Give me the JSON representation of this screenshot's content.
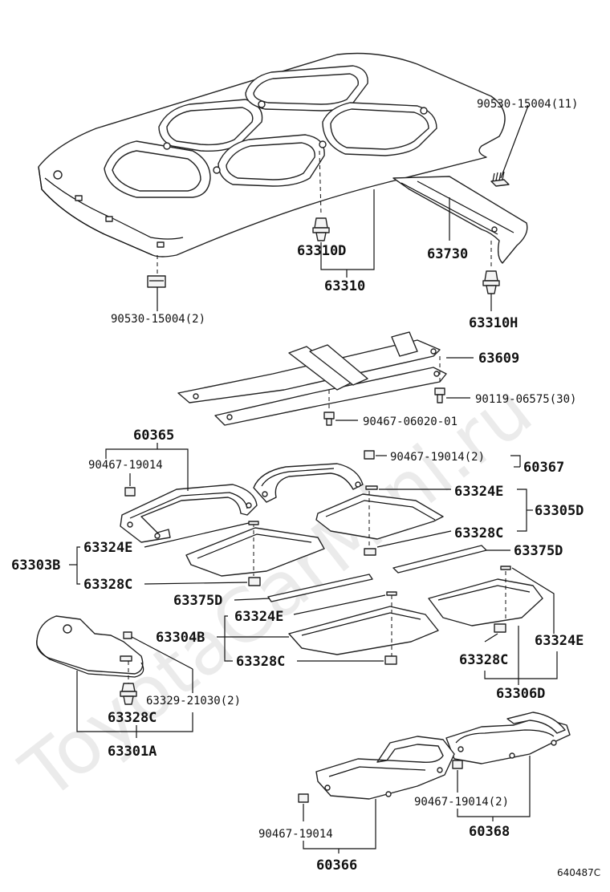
{
  "watermark": "ToyotaCarMini.ru",
  "drawing_code": "640487C",
  "callouts": {
    "p90530_15004_11": "90530-15004(11)",
    "p63310D": "63310D",
    "p63310": "63310",
    "p63730": "63730",
    "p90530_15004_2": "90530-15004(2)",
    "p63310H": "63310H",
    "p63609": "63609",
    "p90119_06575_30": "90119-06575(30)",
    "p90467_06020_01": "90467-06020-01",
    "p60365": "60365",
    "p90467_19014_a": "90467-19014",
    "p90467_19014_2_a": "90467-19014(2)",
    "p60367": "60367",
    "p63324E_a": "63324E",
    "p63305D": "63305D",
    "p63328C_a": "63328C",
    "p63324E_b": "63324E",
    "p63303B": "63303B",
    "p63375D_a": "63375D",
    "p63328C_b": "63328C",
    "p63375D_b": "63375D",
    "p63324E_c": "63324E",
    "p63304B": "63304B",
    "p63324E_d": "63324E",
    "p63328C_c": "63328C",
    "p63328C_d": "63328C",
    "p63329_21030_2": "63329-21030(2)",
    "p63306D": "63306D",
    "p63328C_e": "63328C",
    "p63301A": "63301A",
    "p90467_19014_2_b": "90467-19014(2)",
    "p90467_19014_b": "90467-19014",
    "p60368": "60368",
    "p60366": "60366"
  }
}
